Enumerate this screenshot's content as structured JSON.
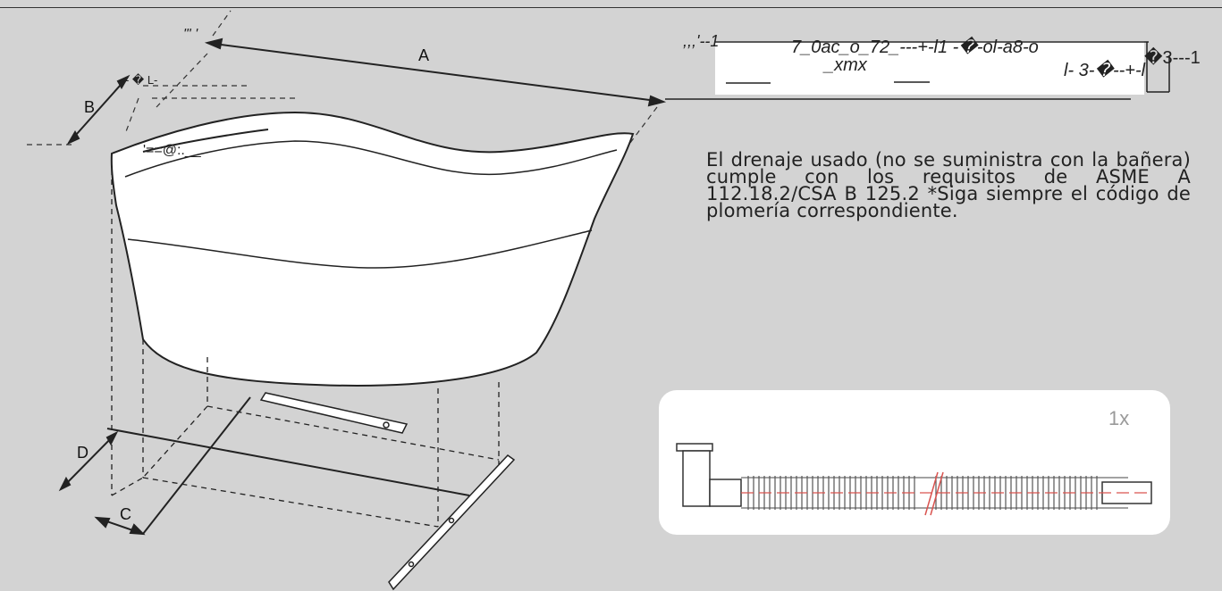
{
  "labels": {
    "dim_a": "A",
    "dim_b": "B",
    "dim_c": "C",
    "dim_d": "D",
    "quantity": "1x"
  },
  "note": {
    "text": "El drenaje usado (no se suministra con la bañera) cumple con los requisitos de ASME A 112.18.2/CSA B 125.2 *Siga siempre el código de plomería correspondiente."
  },
  "ocr_artifacts": {
    "line1": "7_0ac_o_72_---+-l1 -�-ol-a8-o",
    "line2": "_xmx",
    "line3": "l- 3-�--+-l",
    "line4": "�3---1",
    "left_top": "\"' '",
    "left_mid": "- - � L-",
    "rim": "'==@:.__",
    "top_mark": ",,,'--1"
  },
  "colors": {
    "background": "#d3d3d3",
    "line": "#222222",
    "panel": "#ffffff",
    "drain_accent": "#d9534f"
  }
}
